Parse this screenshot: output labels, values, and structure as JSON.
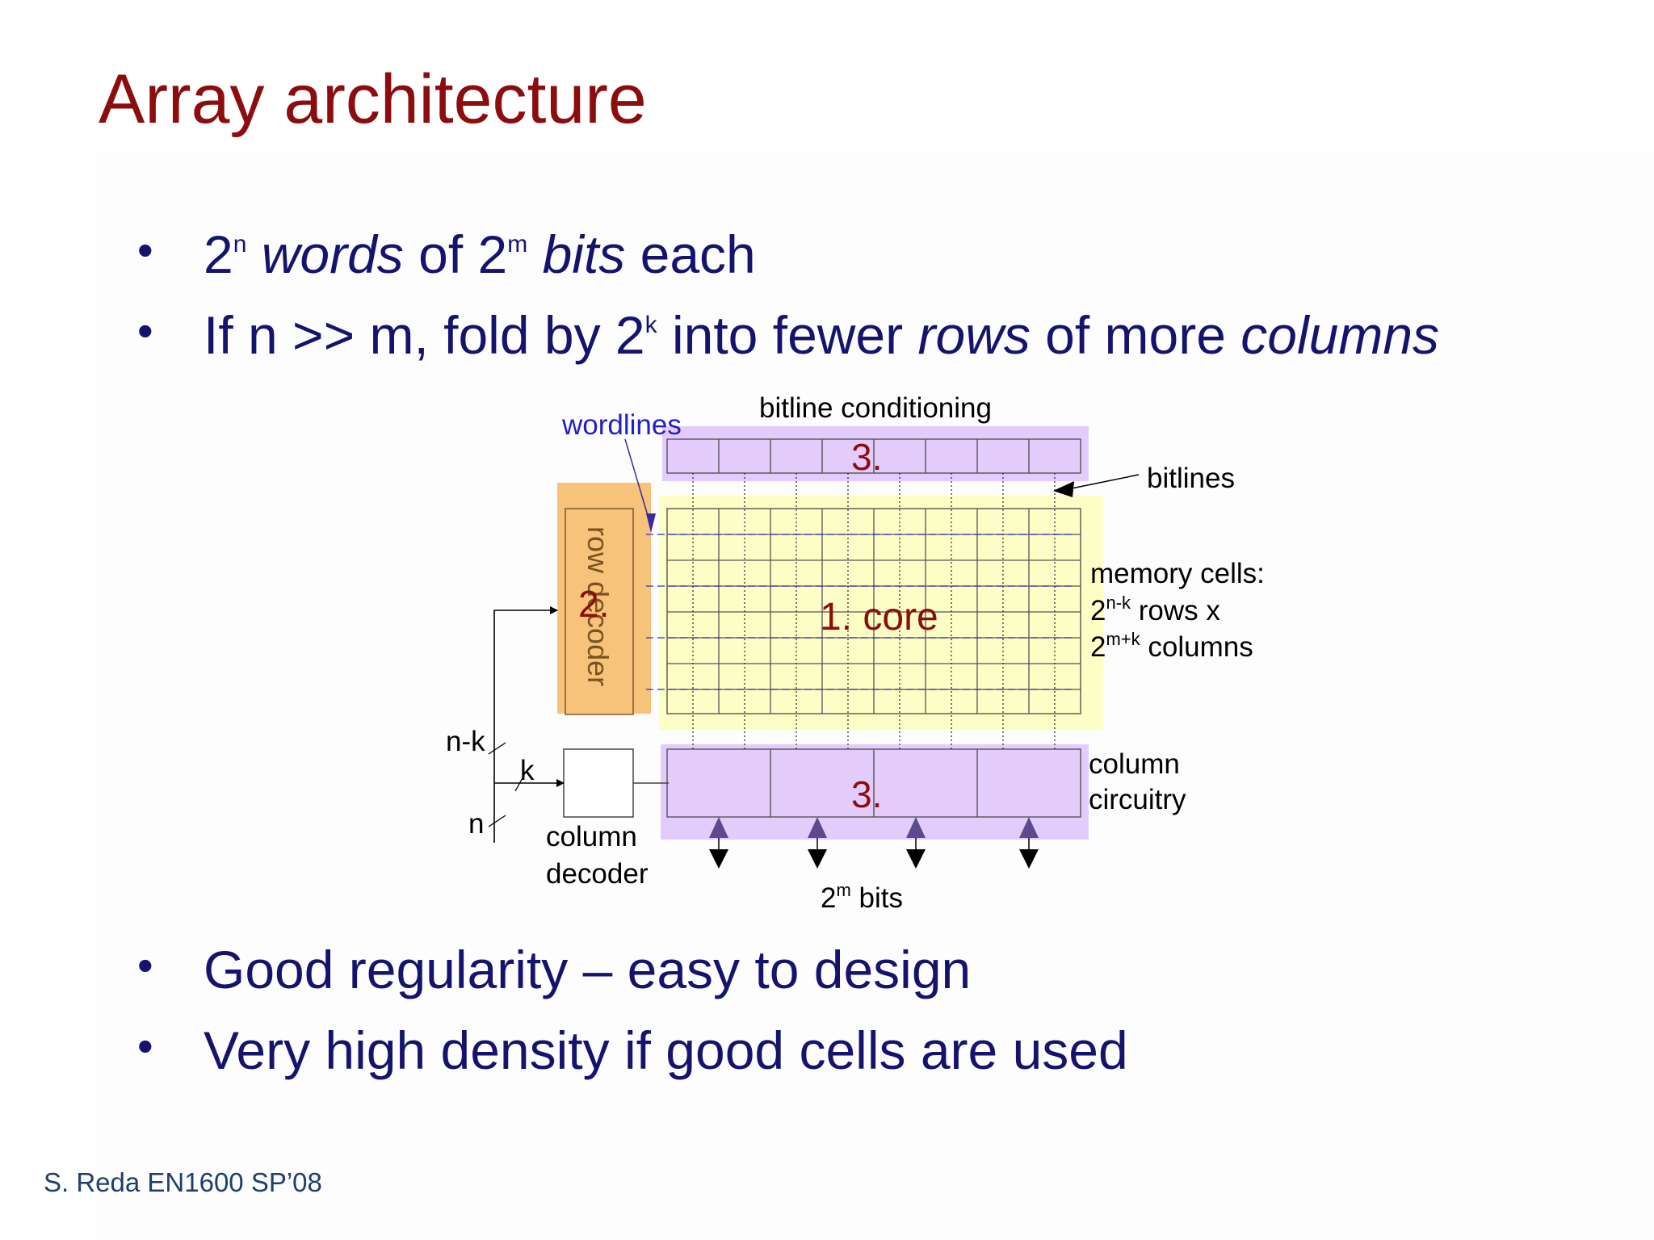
{
  "slide": {
    "title": "Array architecture",
    "bullets_top": [
      {
        "parts": [
          {
            "t": "2"
          },
          {
            "sup": "n"
          },
          {
            "t": " "
          },
          {
            "i": "words"
          },
          {
            "t": " of 2"
          },
          {
            "sup": "m"
          },
          {
            "t": " "
          },
          {
            "i": "bits"
          },
          {
            "t": " each"
          }
        ]
      },
      {
        "parts": [
          {
            "t": "If n >> m, fold by 2"
          },
          {
            "sup": "k"
          },
          {
            "t": " into fewer "
          },
          {
            "i": "rows"
          },
          {
            "t": " of more "
          },
          {
            "i": "columns"
          }
        ]
      }
    ],
    "bullets_bottom": [
      {
        "parts": [
          {
            "t": "Good regularity – easy to design"
          }
        ]
      },
      {
        "parts": [
          {
            "t": "Very high density if good cells are used"
          }
        ]
      }
    ],
    "bullet_glyph": "•",
    "footer": "S. Reda EN1600 SP’08"
  },
  "diagram": {
    "bitline_conditioning": "bitline conditioning",
    "wordlines": "wordlines",
    "bitlines": "bitlines",
    "block3_top": "3.",
    "block3_bottom": "3.",
    "core_label": "1. core",
    "row_decoder": "row decoder",
    "row_decoder_num": "2.",
    "memory_cells": {
      "line1": "memory cells:",
      "l2_base": "2",
      "l2_sup": "n-k",
      "l2_rest": " rows x",
      "l3_base": "2",
      "l3_sup": "m+k",
      "l3_rest": " columns"
    },
    "column_circuitry": {
      "line1": "column",
      "line2": "circuitry"
    },
    "column_decoder": {
      "line1": "column",
      "line2": "decoder"
    },
    "addr_nk": "n-k",
    "addr_k": "k",
    "addr_n": "n",
    "bits": {
      "base": "2",
      "sup": "m",
      "rest": " bits"
    },
    "colors": {
      "purple_fill": "#e3ccfb",
      "yellow_fill": "#fdfdc6",
      "orange_fill": "#f7c27a",
      "dark_red": "#8b0d0d",
      "wordline_blue": "#2020c8",
      "bidir_arrow_purple": "#5c4a8c"
    }
  }
}
